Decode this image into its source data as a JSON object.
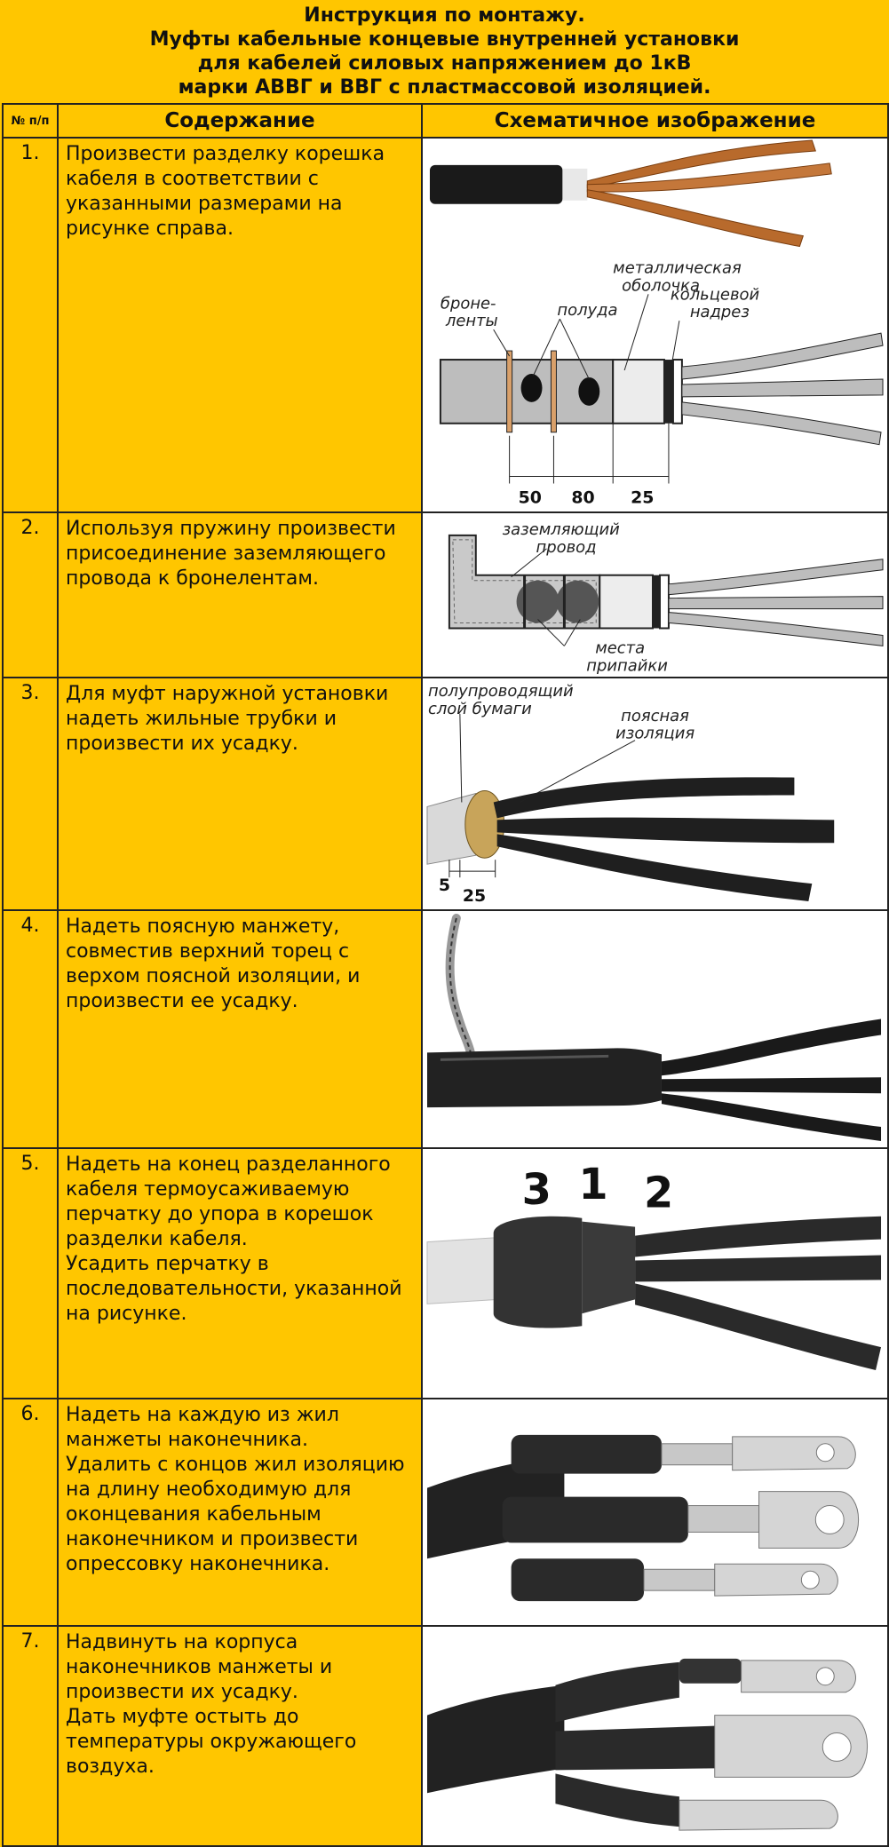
{
  "title": {
    "line1": "Инструкция по монтажу.",
    "line2": "Муфты кабельные концевые внутренней установки",
    "line3": "для кабелей силовых напряжением до 1кВ",
    "line4": "марки АВВГ и ВВГ с пластмассовой изоляцией."
  },
  "table": {
    "headers": {
      "number": "№ п/п",
      "content": "Содержание",
      "image": "Схематичное изображение"
    },
    "rows": [
      {
        "num": "1.",
        "text": "Произвести разделку корешка кабеля в соответствии с указанными размерами на рисунке справа."
      },
      {
        "num": "2.",
        "text": "Используя пружину произвести присоединение заземляющего провода к бронелентам."
      },
      {
        "num": "3.",
        "text": "Для муфт наружной установки надеть жильные трубки и произвести их усадку."
      },
      {
        "num": "4.",
        "text": "Надеть поясную манжету, совместив верхний торец с верхом поясной изоляции, и произвести ее усадку."
      },
      {
        "num": "5.",
        "text": "Надеть на конец разделанного кабеля термоусаживаемую перчатку до упора в корешок разделки кабеля.\nУсадить перчатку в последовательности, указанной на рисунке."
      },
      {
        "num": "6.",
        "text": "Надеть на каждую из жил манжеты наконечника.\nУдалить с концов жил изоляцию на длину необходимую для оконцевания кабельным наконечником и произвести опрессовку наконечника."
      },
      {
        "num": "7.",
        "text": "Надвинуть на корпуса наконечников манжеты и произвести их усадку.\nДать муфте остыть до температуры окружающего воздуха."
      }
    ]
  },
  "figures": {
    "fig1": {
      "metal_sheath": [
        "металлическая",
        "оболочка"
      ],
      "armor": [
        "броне-",
        "ленты"
      ],
      "semi_lap": "полуда",
      "ring_cut": [
        "кольцевой",
        "надрез"
      ],
      "dims": [
        "50",
        "80",
        "25"
      ]
    },
    "fig2": {
      "ground_wire": [
        "заземляющий",
        "провод"
      ],
      "solder_points": [
        "места",
        "припайки"
      ]
    },
    "fig3": {
      "semi_paper": [
        "полупроводящий",
        "слой бумаги"
      ],
      "belt_insulation": [
        "поясная",
        "изоляция"
      ],
      "dims": [
        "5",
        "25"
      ]
    },
    "fig5": {
      "order": [
        "3",
        "1",
        "2"
      ]
    }
  }
}
